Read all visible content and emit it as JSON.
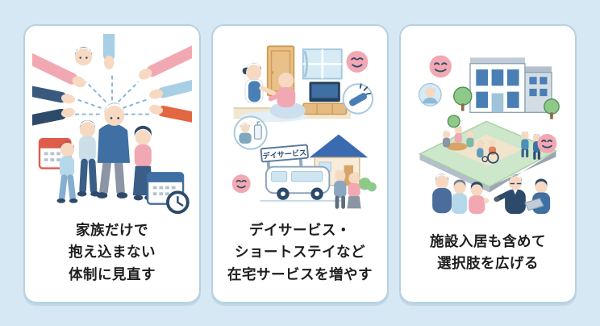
{
  "page": {
    "description": "Three-card infographic about elder-care options",
    "colors": {
      "background": "#d6e8f3",
      "card_bg": "#ffffff",
      "card_border": "#b7d0e2",
      "text": "#1e1e1e",
      "accent_blue": "#3f6fa3",
      "navy": "#2e4a6b",
      "light_blue": "#aed2e8",
      "pink": "#f2a8b2",
      "skin": "#f7d9c2",
      "red": "#dd5c4a",
      "orange": "#e2663f",
      "green": "#8fc98a",
      "tan": "#e8bc82",
      "gray": "#9aa6b3"
    }
  },
  "cards": [
    {
      "id": "family-support",
      "illustration": "many hands reaching in to support an elderly man held by his family, with calendar and clock icons",
      "caption_lines": [
        "家族だけで",
        "抱え込まない",
        "体制に見直す"
      ]
    },
    {
      "id": "home-services",
      "illustration": "caregiver serving an elderly woman at home, day-service van, sign and house with elderly couple",
      "sign_label": "デイサービス",
      "caption_lines": [
        "デイサービス・",
        "ショートステイなど",
        "在宅サービスを増やす"
      ]
    },
    {
      "id": "facility-options",
      "illustration": "care facility building with residents and staff on a lawn, family consulting with facility staff",
      "caption_lines": [
        "施設入居も含めて",
        "選択肢を広げる"
      ]
    }
  ]
}
